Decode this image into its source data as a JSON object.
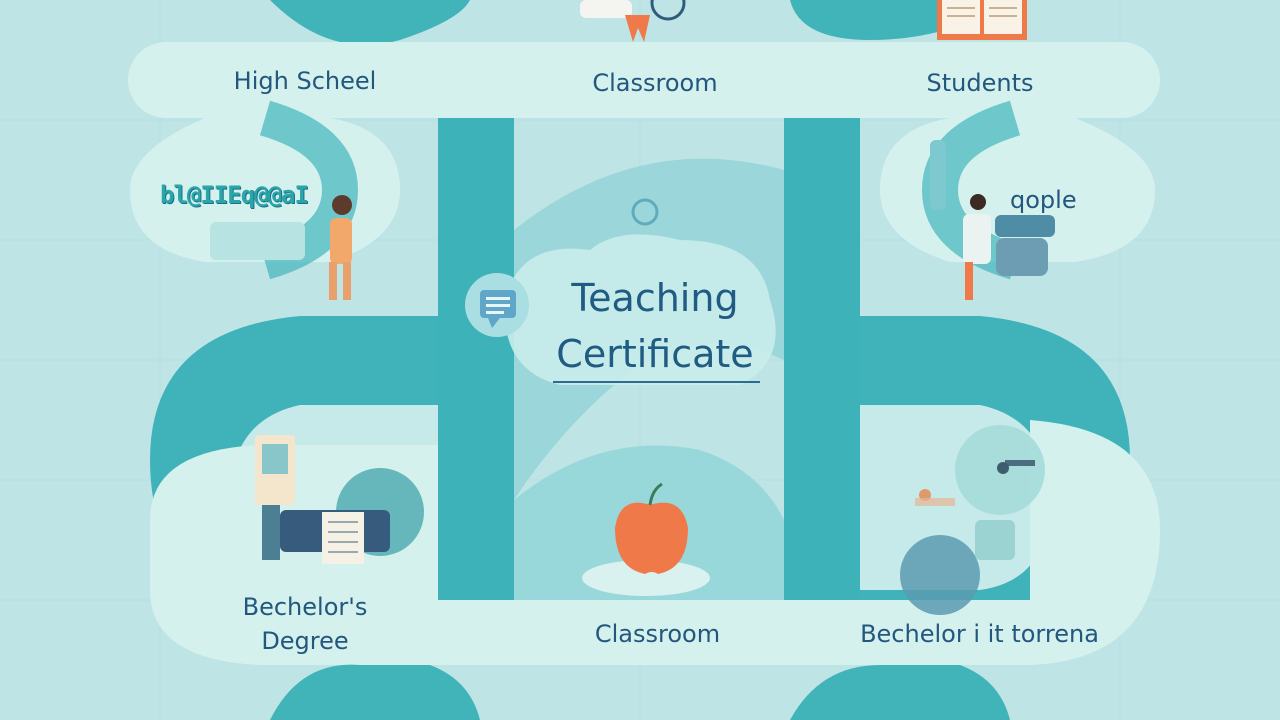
{
  "labels": {
    "high_school": "High Scheel",
    "classroom_top": "Classroom",
    "students": "Students",
    "scribble": "bl@IIEq@@aI",
    "people": "qople",
    "center_line1": "Teaching",
    "center_line2": "Certificate",
    "bachelors_degree": "Bechelor's Degree",
    "classroom_bottom": "Classroom",
    "bachelor_right": "Bechelor i it torrena"
  },
  "icons": [
    "book-icon",
    "diploma-scroll-icon",
    "apple-icon",
    "chat-bubble-icon",
    "student-figure-icon",
    "teacher-figure-icon",
    "books-stack-icon",
    "desk-figure-icon"
  ],
  "colors": {
    "background": "#bfe4e6",
    "path_dark": "#3fb3b9",
    "path_light": "#d4f1ee",
    "text": "#23577d",
    "accent": "#f0794a"
  }
}
